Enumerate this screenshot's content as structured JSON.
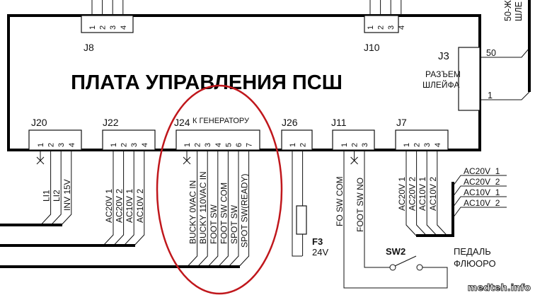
{
  "board": {
    "title": "ПЛАТА УПРАВЛЕНИЯ ПСШ",
    "generator_note": "К ГЕНЕРАТОРУ",
    "j3_desc_line1": "РАЗЪЕМ",
    "j3_desc_line2": "ШЛЕЙФА"
  },
  "connectors": {
    "j8": {
      "name": "J8",
      "pins": [
        "1",
        "2",
        "3",
        "4"
      ]
    },
    "j10": {
      "name": "J10",
      "pins": [
        "1",
        "2",
        "3",
        "4"
      ]
    },
    "j3": {
      "name": "J3",
      "pin_top": "50",
      "pin_bottom": "1"
    },
    "j20": {
      "name": "J20",
      "pins": [
        "1",
        "2",
        "3",
        "4"
      ],
      "wires": [
        "LI1",
        "LI2",
        "INV 15V"
      ]
    },
    "j22": {
      "name": "J22",
      "pins": [
        "1",
        "2",
        "3",
        "4"
      ],
      "wires": [
        "AC20V 1",
        "AC20V 2",
        "AC10V 1",
        "AC10V 2"
      ]
    },
    "j24": {
      "name": "J24",
      "pins": [
        "1",
        "2",
        "3",
        "4",
        "5",
        "6",
        "7"
      ],
      "wires": [
        "BUCKY 0VAC IN",
        "BUCKY 110VAC IN",
        "FOOT SW",
        "FOOT SW COM",
        "SPOT SW",
        "SPOT SW(READY)"
      ]
    },
    "j26": {
      "name": "J26",
      "pins": [
        "1",
        "2"
      ]
    },
    "j11": {
      "name": "J11",
      "pins": [
        "1",
        "2",
        "3"
      ],
      "wires": [
        "FO SW COM",
        "FOOT SW NO"
      ]
    },
    "j7": {
      "name": "J7",
      "pins": [
        "1",
        "2",
        "3",
        "4"
      ],
      "wires": [
        "AC20V 1",
        "AC20V 2",
        "AC10V 1",
        "AC10V 2"
      ],
      "bus_labels": [
        "AC20V_1",
        "AC20V_2",
        "AC10V_1",
        "AC10V_2"
      ]
    }
  },
  "cable": {
    "line1": "50-Ж",
    "line2": "ШЛЕ"
  },
  "fuse": {
    "name": "F3",
    "rating": "24V"
  },
  "switch": {
    "name": "SW2",
    "desc_line1": "ПЕДАЛЬ",
    "desc_line2": "ФЛЮОРО"
  },
  "watermark": "medteh.info",
  "colors": {
    "highlight": "#c0171c",
    "line": "#111111"
  }
}
